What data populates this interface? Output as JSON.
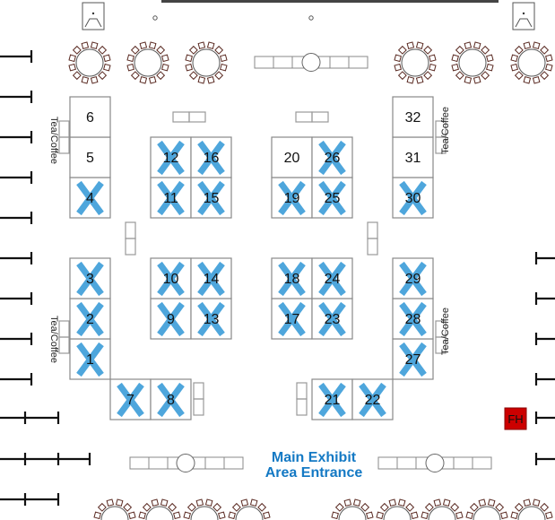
{
  "entrance_label": [
    "Main Exhibit",
    "Area Entrance"
  ],
  "tea_coffee_label": "Tea/Coffee",
  "fire_hose_label": "FH",
  "sold_mark": "X",
  "colors": {
    "sold": "#4ea6dc",
    "entrance_text": "#1479c4",
    "fire_hose": "#cc0000",
    "chair": "#5a2a22"
  },
  "booths": [
    {
      "id": "1",
      "sold": true
    },
    {
      "id": "2",
      "sold": true
    },
    {
      "id": "3",
      "sold": true
    },
    {
      "id": "4",
      "sold": true
    },
    {
      "id": "5",
      "sold": false
    },
    {
      "id": "6",
      "sold": false
    },
    {
      "id": "7",
      "sold": true
    },
    {
      "id": "8",
      "sold": true
    },
    {
      "id": "9",
      "sold": true
    },
    {
      "id": "10",
      "sold": true
    },
    {
      "id": "11",
      "sold": true
    },
    {
      "id": "12",
      "sold": true
    },
    {
      "id": "13",
      "sold": true
    },
    {
      "id": "14",
      "sold": true
    },
    {
      "id": "15",
      "sold": true
    },
    {
      "id": "16",
      "sold": true
    },
    {
      "id": "17",
      "sold": true
    },
    {
      "id": "18",
      "sold": true
    },
    {
      "id": "19",
      "sold": true
    },
    {
      "id": "20",
      "sold": false
    },
    {
      "id": "21",
      "sold": true
    },
    {
      "id": "22",
      "sold": true
    },
    {
      "id": "23",
      "sold": true
    },
    {
      "id": "24",
      "sold": true
    },
    {
      "id": "25",
      "sold": true
    },
    {
      "id": "26",
      "sold": true
    },
    {
      "id": "27",
      "sold": true
    },
    {
      "id": "28",
      "sold": true
    },
    {
      "id": "29",
      "sold": true
    },
    {
      "id": "30",
      "sold": true
    },
    {
      "id": "31",
      "sold": false
    },
    {
      "id": "32",
      "sold": false
    }
  ]
}
